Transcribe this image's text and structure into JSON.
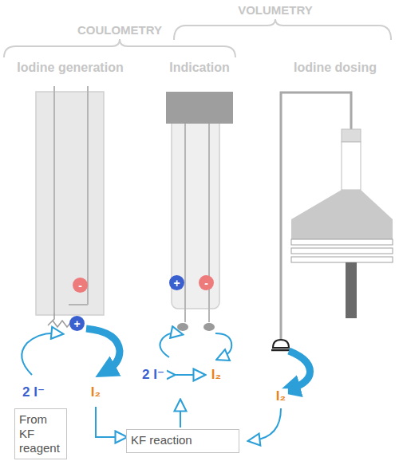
{
  "diagram": {
    "nodes": [
      {
        "text": [
          "-"
        ]
      },
      {
        "text": [
          "+"
        ]
      },
      {
        "text": [
          "-"
        ]
      },
      {
        "text": [
          "+"
        ]
      },
      {
        "text": [
          "From KF reagent"
        ]
      },
      {
        "text": [
          "KF reaction"
        ]
      }
    ],
    "labels": [
      "COULOMETRY",
      "VOLUMETRY",
      "Iodine generation",
      "Indication",
      "Iodine dosing",
      "2 I⁻",
      "I₂",
      "2 I⁻",
      "I₂",
      "I₂"
    ]
  }
}
